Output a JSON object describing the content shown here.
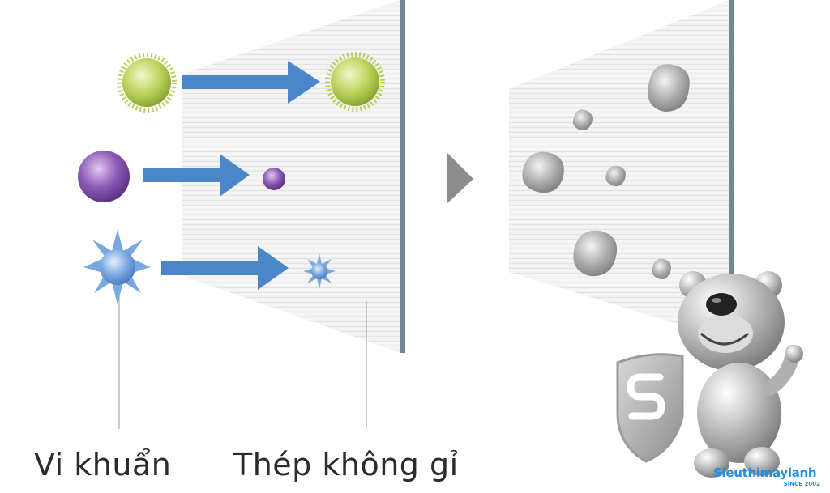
{
  "labels": {
    "bacteria": "Vi khuẩn",
    "steel": "Thép không gỉ"
  },
  "logo": {
    "brand": "Sieuthimaylanh",
    "since": "SINCE 2002"
  },
  "colors": {
    "arrow": "#4a86c8",
    "panel_light": "#f2f2f2",
    "panel_dark": "#d6d6d6",
    "panel_edge": "#6d8a93",
    "germ_green": "#b9cf5a",
    "germ_purple": "#8b5ab2",
    "germ_blue": "#7aa9e0",
    "logo_blue": "#1f8fe0"
  }
}
